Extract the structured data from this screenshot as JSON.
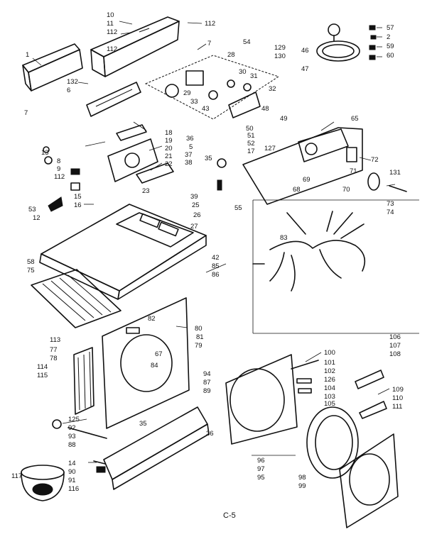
{
  "page_label": "C-5",
  "callouts": [
    "1",
    "10",
    "11",
    "112",
    "112",
    "112",
    "7",
    "132",
    "6",
    "7",
    "57",
    "2",
    "59",
    "60",
    "54",
    "129",
    "130",
    "46",
    "47",
    "28",
    "30",
    "31",
    "29",
    "33",
    "32",
    "43",
    "48",
    "50",
    "49",
    "65",
    "18",
    "19",
    "20",
    "21",
    "22",
    "13",
    "8",
    "9",
    "112",
    "15",
    "16",
    "23",
    "36",
    "5",
    "37",
    "38",
    "35",
    "39",
    "25",
    "26",
    "51",
    "52",
    "17",
    "127",
    "72",
    "71",
    "69",
    "70",
    "68",
    "131",
    "73",
    "74",
    "55",
    "53",
    "12",
    "27",
    "83",
    "58",
    "75",
    "42",
    "85",
    "86",
    "82",
    "80",
    "81",
    "79",
    "67",
    "84",
    "113",
    "77",
    "78",
    "114",
    "115",
    "100",
    "101",
    "102",
    "126",
    "104",
    "103",
    "105",
    "106",
    "107",
    "108",
    "109",
    "110",
    "111",
    "94",
    "87",
    "89",
    "36",
    "96",
    "97",
    "95",
    "98",
    "99",
    "125",
    "92",
    "93",
    "88",
    "35",
    "14",
    "90",
    "91",
    "116",
    "117"
  ]
}
